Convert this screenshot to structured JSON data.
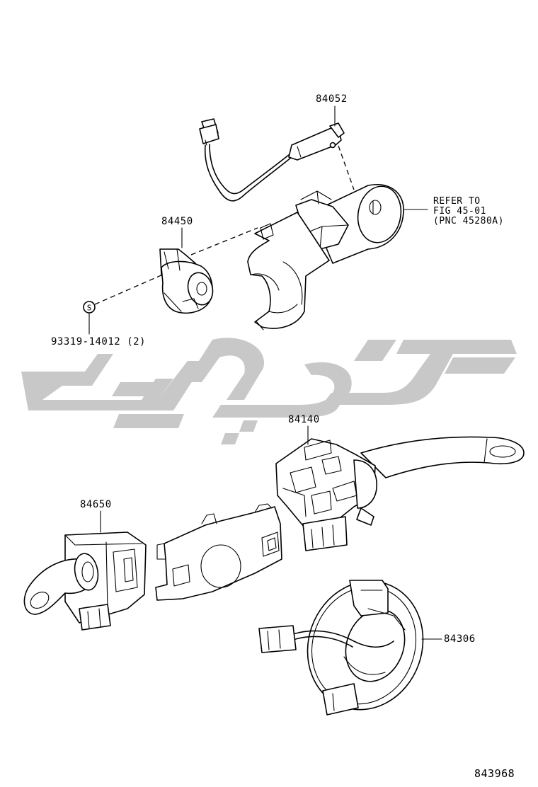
{
  "diagram": {
    "parts": [
      {
        "id": "84052",
        "label": "84052"
      },
      {
        "id": "84450",
        "label": "84450"
      },
      {
        "id": "93319",
        "label": "93319-14012 (2)"
      },
      {
        "id": "84140",
        "label": "84140"
      },
      {
        "id": "84650",
        "label": "84650"
      },
      {
        "id": "84306",
        "label": "84306"
      }
    ],
    "refer_note": [
      "REFER TO",
      "FIG 45-01",
      "(PNC 45280A)"
    ],
    "screw_symbol": "S",
    "figure_number": "843968",
    "watermark_color": "#c8c8c8"
  }
}
